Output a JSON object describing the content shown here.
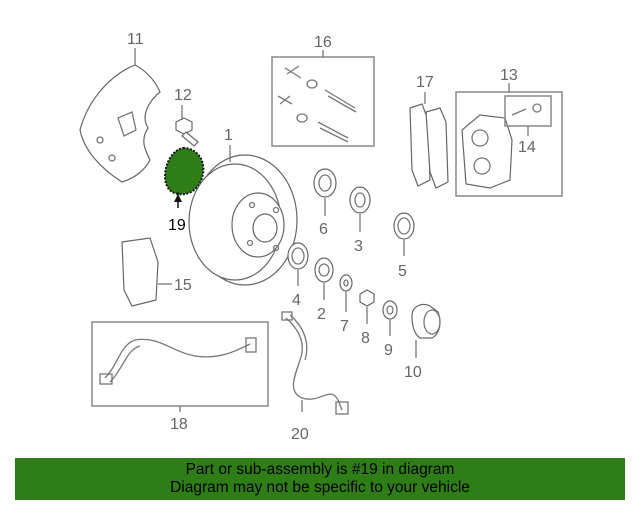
{
  "diagram": {
    "highlight_color": "#2f7d16",
    "callouts": [
      {
        "id": "1",
        "label": "1"
      },
      {
        "id": "2",
        "label": "2"
      },
      {
        "id": "3",
        "label": "3"
      },
      {
        "id": "4",
        "label": "4"
      },
      {
        "id": "5",
        "label": "5"
      },
      {
        "id": "6",
        "label": "6"
      },
      {
        "id": "7",
        "label": "7"
      },
      {
        "id": "8",
        "label": "8"
      },
      {
        "id": "9",
        "label": "9"
      },
      {
        "id": "10",
        "label": "10"
      },
      {
        "id": "11",
        "label": "11"
      },
      {
        "id": "12",
        "label": "12"
      },
      {
        "id": "13",
        "label": "13"
      },
      {
        "id": "14",
        "label": "14"
      },
      {
        "id": "15",
        "label": "15"
      },
      {
        "id": "16",
        "label": "16"
      },
      {
        "id": "17",
        "label": "17"
      },
      {
        "id": "18",
        "label": "18"
      },
      {
        "id": "19",
        "label": "19"
      },
      {
        "id": "20",
        "label": "20"
      }
    ]
  },
  "banner": {
    "line1": "Part or sub-assembly is #19 in diagram",
    "line2": "Diagram may not be specific to your vehicle",
    "background": "#2f7d16"
  }
}
